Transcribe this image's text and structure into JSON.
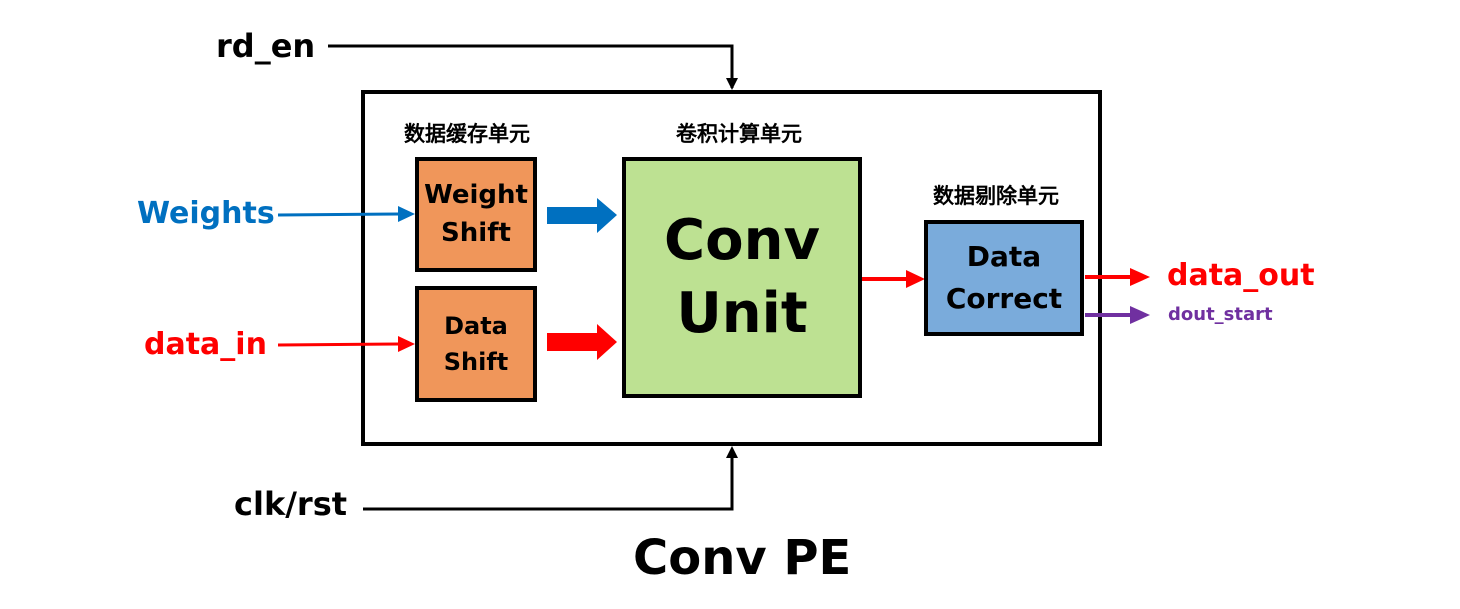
{
  "title": "Conv PE",
  "signals": {
    "rd_en": "rd_en",
    "clk_rst": "clk/rst",
    "weights": "Weights",
    "data_in": "data_in",
    "data_out": "data_out",
    "dout_start": "dout_start"
  },
  "units": {
    "buffer_unit_label": "数据缓存单元",
    "conv_unit_label": "卷积计算单元",
    "remove_unit_label": "数据剔除单元"
  },
  "blocks": {
    "weight_shift": [
      "Weight",
      "Shift"
    ],
    "data_shift": [
      "Data",
      "Shift"
    ],
    "conv_unit": [
      "Conv",
      "Unit"
    ],
    "data_correct": [
      "Data",
      "Correct"
    ]
  },
  "colors": {
    "weights_blue": "#0070c0",
    "data_red": "#ff0000",
    "dout_purple": "#7030a0",
    "shift_orange": "#f0965a",
    "conv_green": "#bde192",
    "correct_blue": "#7aabdb"
  }
}
